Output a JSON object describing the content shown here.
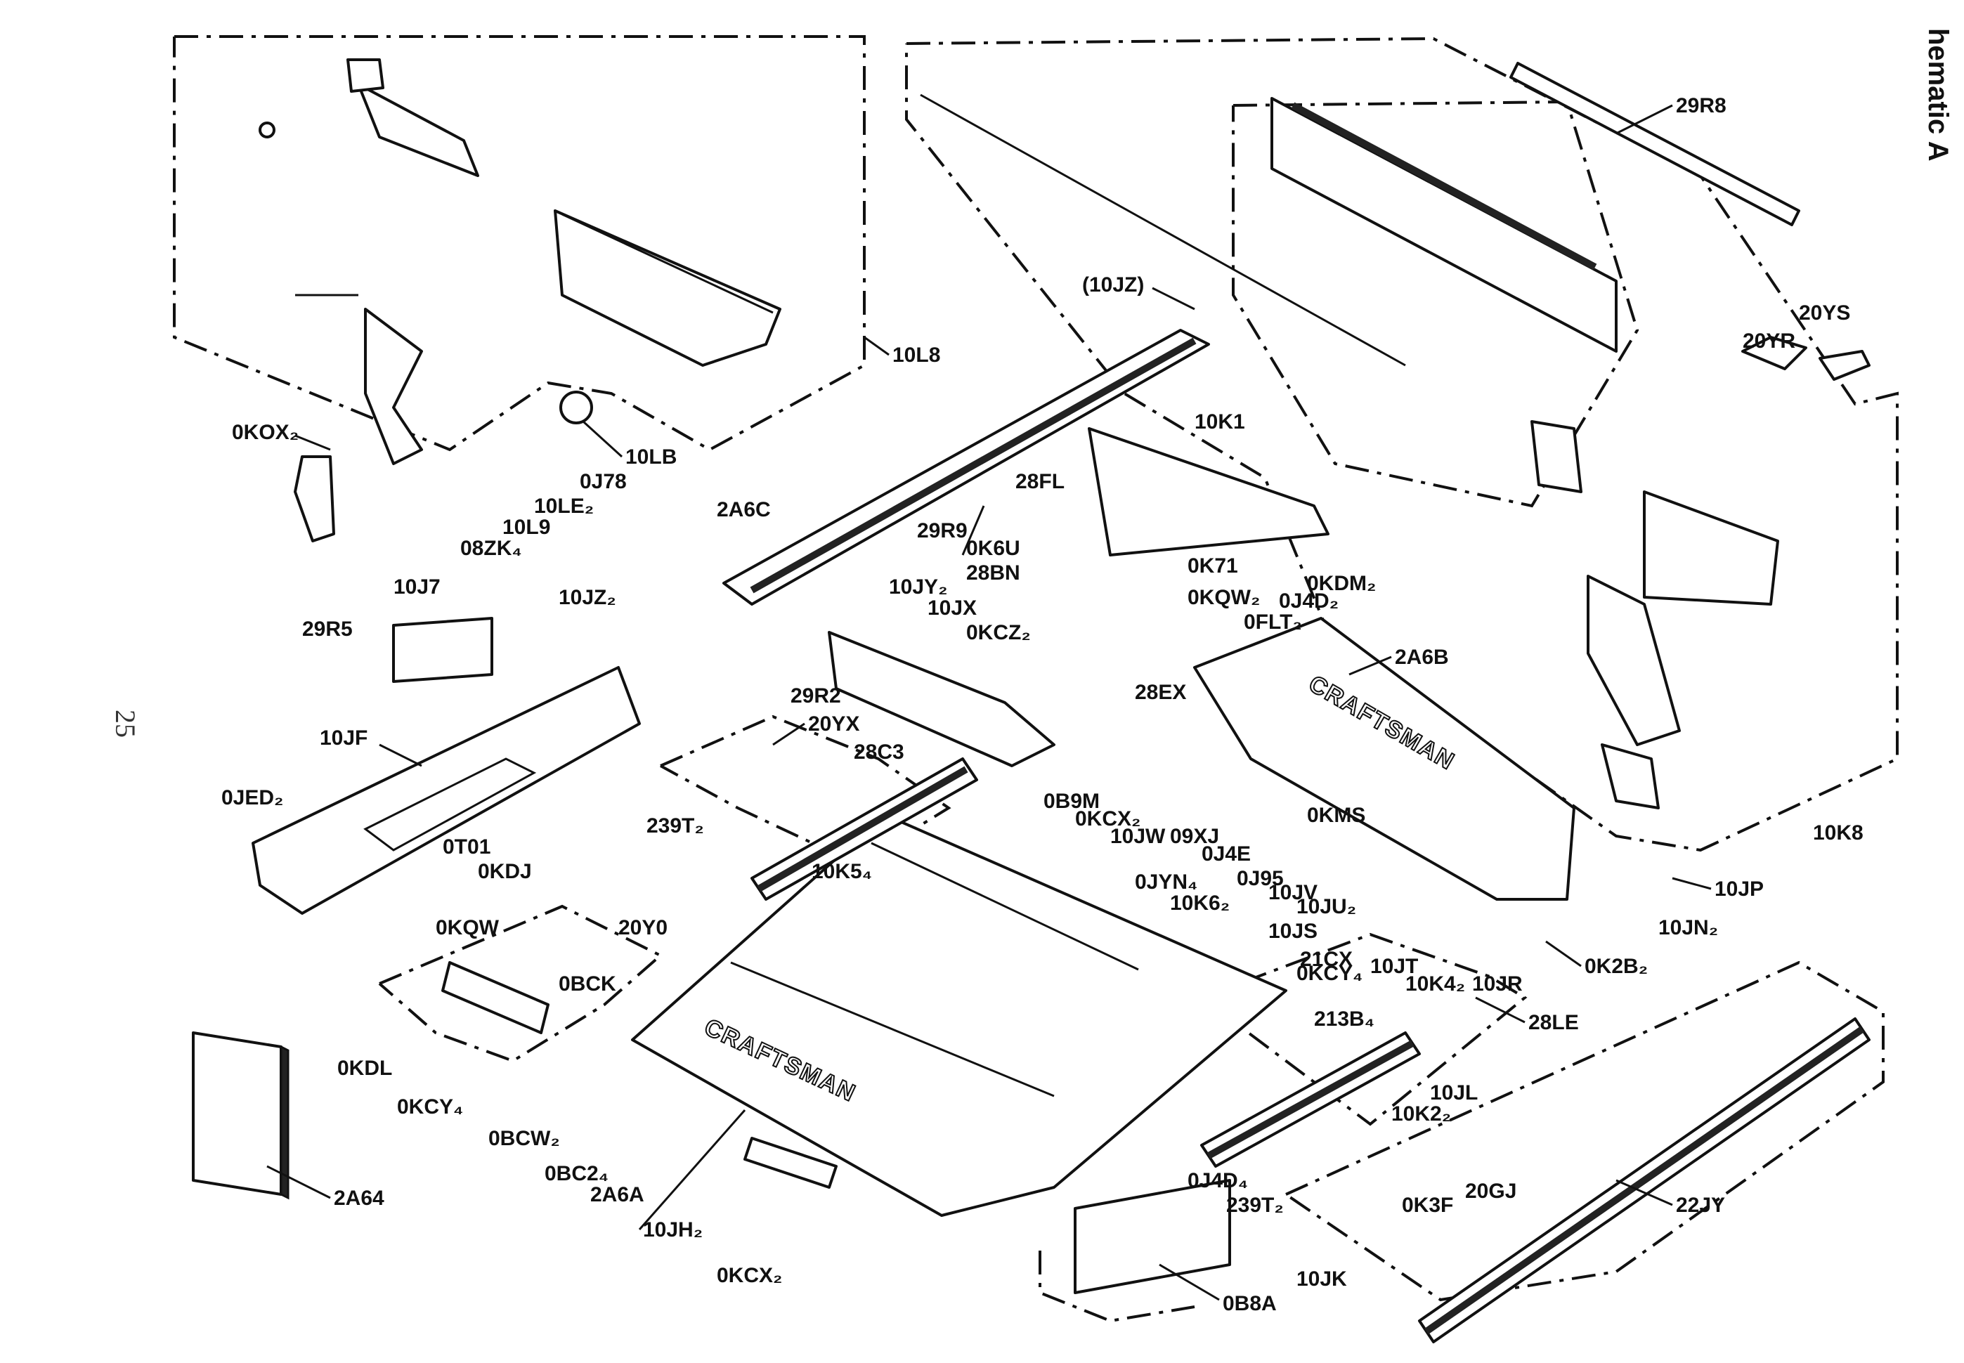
{
  "header": {
    "title": "hematic A"
  },
  "page_number": "25",
  "brand_text": "CRAFTSMAN",
  "parts": [
    "29R8",
    "(10JZ)",
    "20YS",
    "20YR",
    "10L8",
    "0KOX₂",
    "10LB",
    "0J78",
    "10LE₂",
    "10L9",
    "08ZK₄",
    "10J7",
    "10K1",
    "28FL",
    "2A6C",
    "29R9",
    "0K6U",
    "28BN",
    "0K71",
    "0KQW₂",
    "0KDM₂",
    "0J4D₂",
    "0FLT₂",
    "2A6B",
    "10JZ₂",
    "10JY₂",
    "10JX",
    "0KCZ₂",
    "28EX",
    "29R5",
    "10JF",
    "29R2",
    "20YX",
    "28C3",
    "0JED₂",
    "0T01",
    "0KDJ",
    "239T₂",
    "0B9M",
    "0KCX₂",
    "10JW",
    "09XJ",
    "0J4E",
    "0KMS",
    "0J95",
    "10JV",
    "10JU₂",
    "10JS",
    "21CX",
    "0KCY₄",
    "10JT",
    "10K4₂",
    "10JR",
    "10K5₄",
    "0JYN₄",
    "10K6₂",
    "0KQW",
    "20Y0",
    "0BCK",
    "0KDL",
    "0KCY₄",
    "0BCW₂",
    "0BC2₄",
    "2A6A",
    "10JH₂",
    "0KCX₂",
    "2A64",
    "0K2B₂",
    "10JN₂",
    "10JP",
    "10K8",
    "28LE",
    "213B₄",
    "10JL",
    "10K2₂",
    "0J4D₄",
    "239T₂",
    "0K3F",
    "20GJ",
    "22JY",
    "10JK",
    "0B8A"
  ]
}
